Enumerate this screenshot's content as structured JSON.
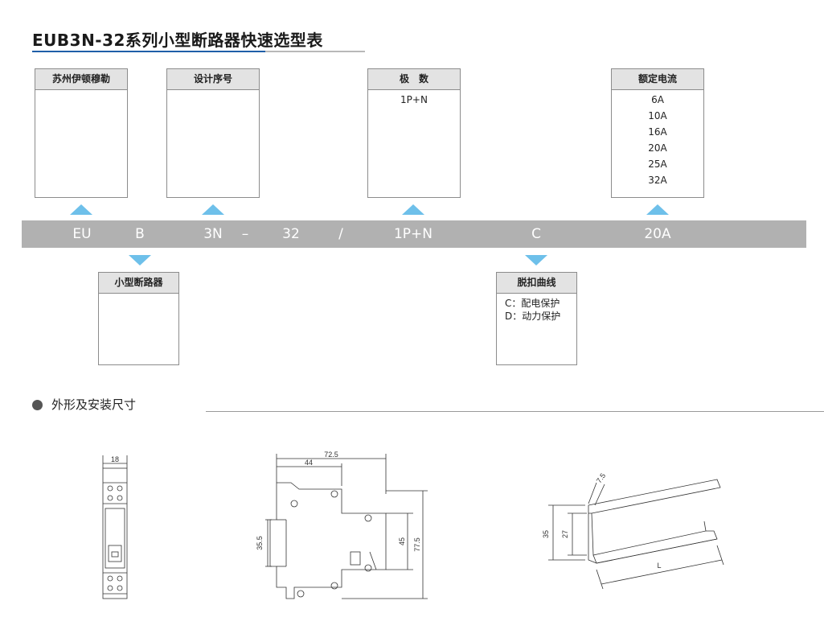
{
  "title": "EUB3N-32系列小型断路器快速选型表",
  "boxes": {
    "brand": {
      "header": "苏州伊顿穆勒"
    },
    "design_no": {
      "header": "设计序号"
    },
    "poles": {
      "header": "极　数",
      "items": [
        "1P+N"
      ]
    },
    "current": {
      "header": "额定电流",
      "items": [
        "6A",
        "10A",
        "16A",
        "20A",
        "25A",
        "32A"
      ]
    },
    "breaker": {
      "header": "小型断路器"
    },
    "trip_curve": {
      "header": "脱扣曲线",
      "items": [
        "C：配电保护",
        "D：动力保护"
      ]
    }
  },
  "model_code": {
    "eu": "EU",
    "b": "B",
    "n3": "3N",
    "dash": "–",
    "n32": "32",
    "slash": "/",
    "poles": "1P+N",
    "curve": "C",
    "current": "20A"
  },
  "section": {
    "title": "外形及安装尺寸"
  },
  "drawings": {
    "front": {
      "width_label": "18"
    },
    "side": {
      "dims": [
        "72.5",
        "44",
        "35.5",
        "45",
        "77.5"
      ]
    },
    "rail": {
      "dims": [
        "7.5",
        "35",
        "27",
        "L"
      ]
    }
  },
  "colors": {
    "arrow": "#6ec0ea",
    "bar": "#b1b1b1",
    "header_fill": "#e3e3e3",
    "title_rule": "#1f5fa8"
  }
}
